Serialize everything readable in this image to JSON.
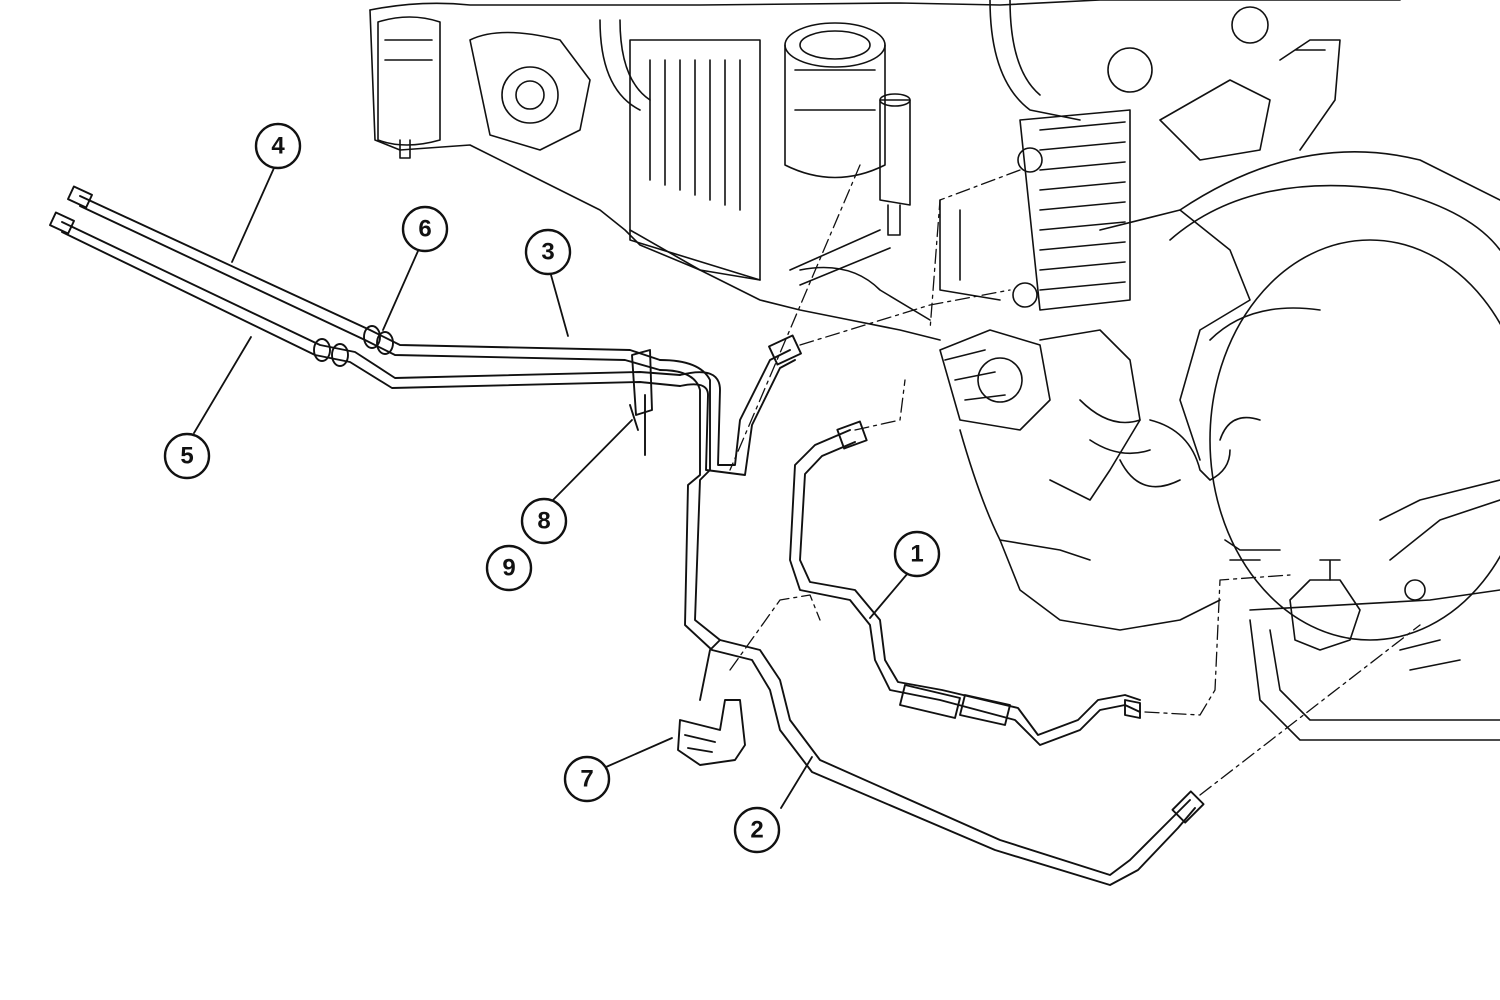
{
  "diagram": {
    "colors": {
      "ink": "#111111",
      "background": "#ffffff"
    },
    "callouts": [
      {
        "id": "1",
        "label": "1"
      },
      {
        "id": "2",
        "label": "2"
      },
      {
        "id": "3",
        "label": "3"
      },
      {
        "id": "4",
        "label": "4"
      },
      {
        "id": "5",
        "label": "5"
      },
      {
        "id": "6",
        "label": "6"
      },
      {
        "id": "7",
        "label": "7"
      },
      {
        "id": "8",
        "label": "8"
      },
      {
        "id": "9",
        "label": "9"
      }
    ]
  }
}
